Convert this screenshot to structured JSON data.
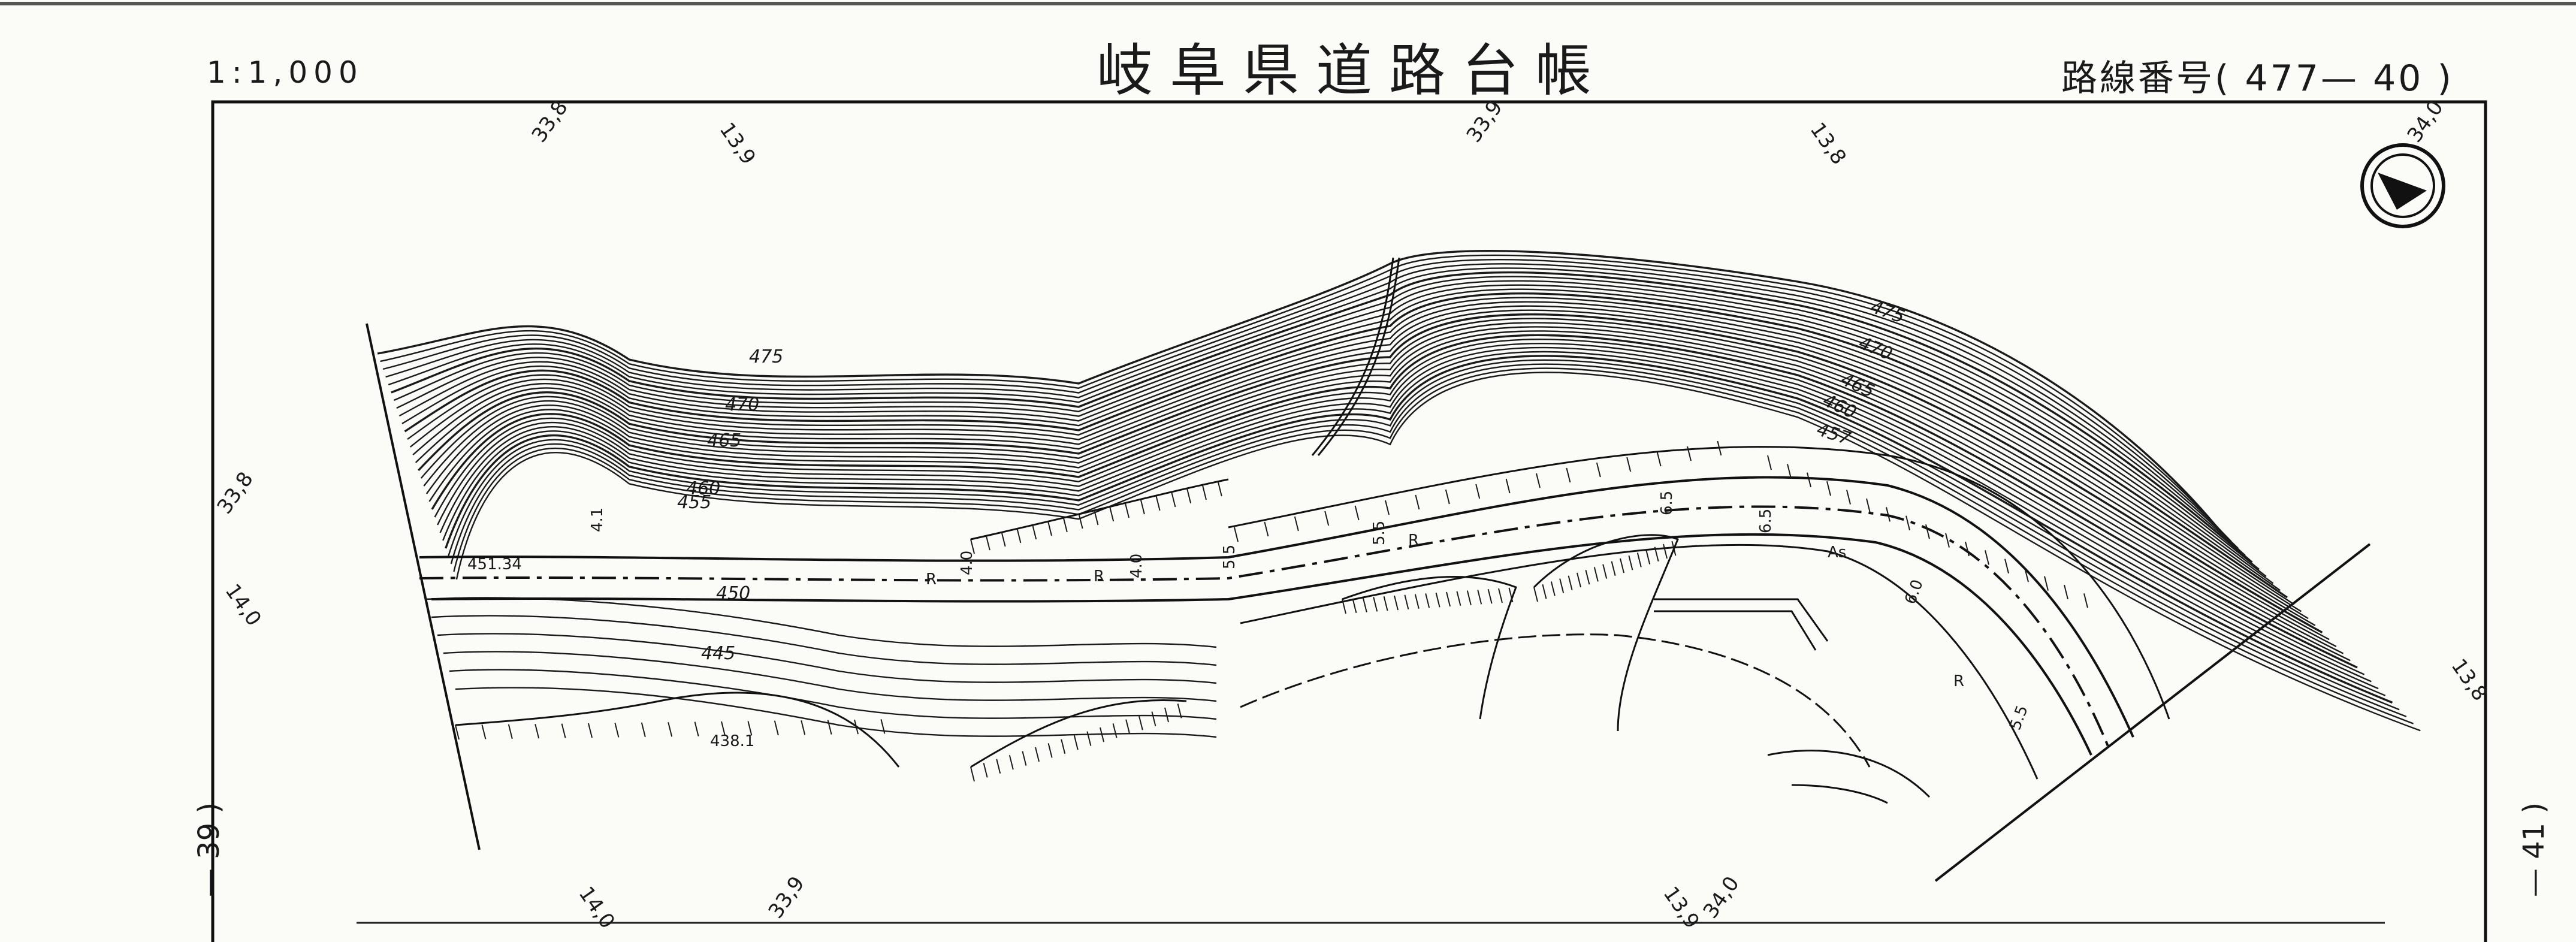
{
  "header": {
    "title": "岐阜県道路台帳",
    "scale": "1:1,000",
    "route_label": "路線番号( 477— 40 )"
  },
  "side_labels": {
    "left": "— 39 )",
    "right": "— 41 )"
  },
  "map": {
    "contour_labels": [
      "475",
      "470",
      "465",
      "460",
      "455",
      "450",
      "445"
    ],
    "contour_labels_right": [
      "475",
      "470",
      "465",
      "460",
      "457"
    ],
    "coordinate_marks": {
      "top": [
        "33,8",
        "13,9",
        "33,9",
        "13,8",
        "34,0"
      ],
      "bottom": [
        "14,0",
        "33,9",
        "13,9",
        "34,0"
      ],
      "left": [
        "33,8",
        "14,0"
      ],
      "right": [
        "13,8"
      ]
    },
    "spot_heights": [
      "451.34",
      "438.1"
    ],
    "road_widths": [
      "4.1",
      "4.0",
      "4.0",
      "5.5",
      "5.5",
      "6.5",
      "6.5",
      "6.0",
      "5.5"
    ],
    "surface_labels": [
      "As",
      "R",
      "R",
      "R",
      "R"
    ],
    "icons": [
      "north-arrow-icon"
    ]
  }
}
